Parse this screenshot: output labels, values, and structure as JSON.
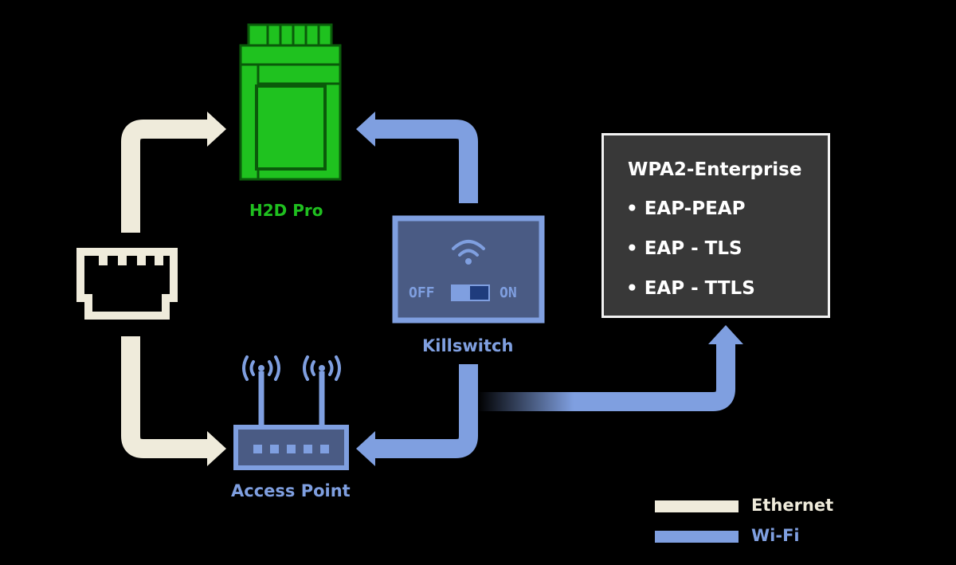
{
  "colors": {
    "background": "#000000",
    "ethernet": "#efebdb",
    "wifi": "#7f9fe0",
    "device_green": "#1fc21f",
    "green_label": "#1fbf1f",
    "blue_label": "#7f9fe0",
    "box_fill": "#383838",
    "box_border": "#f2f2f2"
  },
  "nodes": {
    "h2d": {
      "label": "H2D Pro",
      "icon": "printer-module-icon"
    },
    "killswitch": {
      "label": "Killswitch",
      "icon": "wifi-icon",
      "toggle_off": "OFF",
      "toggle_on": "ON",
      "toggle_state": "on"
    },
    "access_point": {
      "label": "Access Point",
      "icon": "router-icon"
    },
    "ethernet_port": {
      "icon": "ethernet-port-icon"
    }
  },
  "security": {
    "title": "WPA2-Enterprise",
    "methods": [
      "• EAP-PEAP",
      "• EAP - TLS",
      "• EAP - TTLS"
    ]
  },
  "legend": [
    {
      "label": "Ethernet",
      "color": "#efebdb"
    },
    {
      "label": "Wi-Fi",
      "color": "#7f9fe0"
    }
  ]
}
